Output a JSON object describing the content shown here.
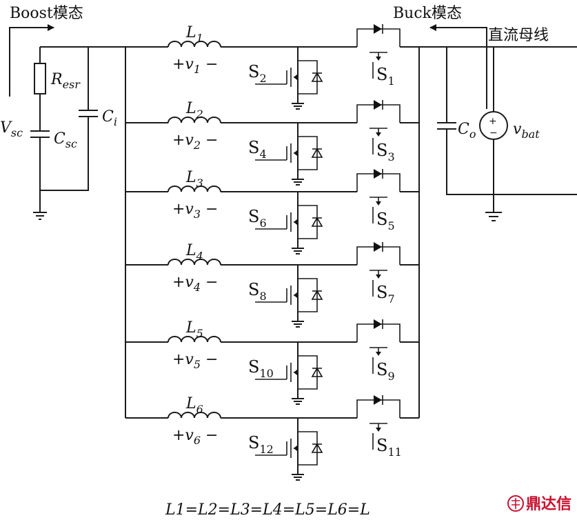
{
  "modes": {
    "boost": "Boost模态",
    "buck": "Buck模态"
  },
  "dc_bus": "直流母线",
  "supercap": {
    "v": "V",
    "v_sub": "sc",
    "r": "R",
    "r_sub": "esr",
    "c": "C",
    "c_sub": "sc"
  },
  "ci": {
    "c": "C",
    "c_sub": "i"
  },
  "co": {
    "c": "C",
    "c_sub": "o"
  },
  "battery": {
    "v": "v",
    "v_sub": "bat",
    "plus": "+",
    "minus": "−"
  },
  "phases": [
    {
      "inductor": "L",
      "inductor_sub": "1",
      "voltage": "v",
      "voltage_sub": "1",
      "low_switch": "S",
      "low_switch_sub": "2",
      "high_switch": "S",
      "high_switch_sub": "1"
    },
    {
      "inductor": "L",
      "inductor_sub": "2",
      "voltage": "v",
      "voltage_sub": "2",
      "low_switch": "S",
      "low_switch_sub": "4",
      "high_switch": "S",
      "high_switch_sub": "3"
    },
    {
      "inductor": "L",
      "inductor_sub": "3",
      "voltage": "v",
      "voltage_sub": "3",
      "low_switch": "S",
      "low_switch_sub": "6",
      "high_switch": "S",
      "high_switch_sub": "5"
    },
    {
      "inductor": "L",
      "inductor_sub": "4",
      "voltage": "v",
      "voltage_sub": "4",
      "low_switch": "S",
      "low_switch_sub": "8",
      "high_switch": "S",
      "high_switch_sub": "7"
    },
    {
      "inductor": "L",
      "inductor_sub": "5",
      "voltage": "v",
      "voltage_sub": "5",
      "low_switch": "S",
      "low_switch_sub": "10",
      "high_switch": "S",
      "high_switch_sub": "9"
    },
    {
      "inductor": "L",
      "inductor_sub": "6",
      "voltage": "v",
      "voltage_sub": "6",
      "low_switch": "S",
      "low_switch_sub": "12",
      "high_switch": "S",
      "high_switch_sub": "11"
    }
  ],
  "equation": "L1=L2=L3=L4=L5=L6=L",
  "watermark": {
    "text": "鼎达信"
  }
}
